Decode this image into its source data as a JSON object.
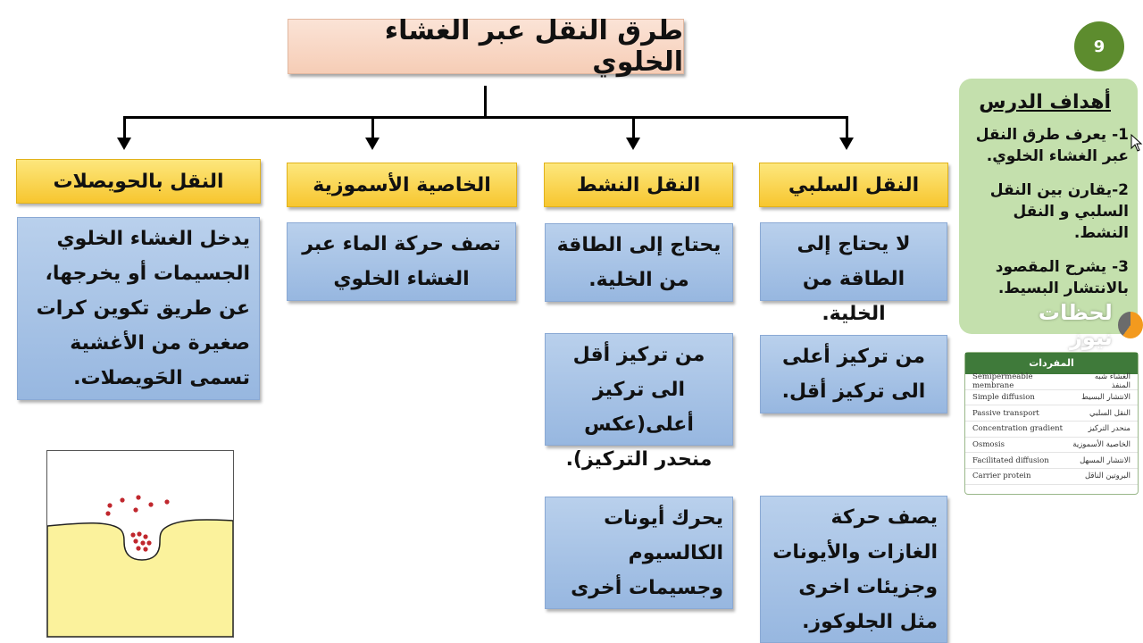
{
  "title": "طرق النقل عبر الغشاء الخلوي",
  "slide_number": "9",
  "columns": [
    {
      "header": "النقل السلبي",
      "boxes": [
        "لا يحتاج إلى الطاقة من الخلية.",
        "من تركيز أعلى الى تركيز أقل.",
        "يصف حركة الغازات والأيونات وجزيئات اخرى مثل الجلوكوز."
      ]
    },
    {
      "header": "النقل النشط",
      "boxes": [
        "يحتاج إلى الطاقة من الخلية.",
        "من تركيز أقل الى تركيز أعلى(عكس منحدر التركيز).",
        "يحرك أيونات الكالسيوم وجسيمات أخرى"
      ]
    },
    {
      "header": "الخاصية الأسموزية",
      "boxes": [
        "تصف حركة الماء عبر الغشاء الخلوي"
      ]
    },
    {
      "header": "النقل بالحويصلات",
      "boxes": [
        "يدخل الغشاء الخلوي الجسيمات أو يخرجها، عن طريق تكوين كرات صغيرة من الأغشية تسمى الحَويصلات."
      ]
    }
  ],
  "goals": {
    "title": "أهداف الدرس",
    "items": [
      "1- يعرف طرق النقل عبر الغشاء الخلوي.",
      "2-يقارن بين النقل السلبي و النقل النشط.",
      "3- يشرح المقصود بالانتشار البسيط."
    ]
  },
  "watermark": "لحظات نيوز",
  "vocab": {
    "title": "المفردات",
    "rows": [
      {
        "en": "Semipermeable membrane",
        "ar": "الغشاء شبه المنفذ"
      },
      {
        "en": "Simple diffusion",
        "ar": "الانتشار البسيط"
      },
      {
        "en": "Passive transport",
        "ar": "النقل السلبي"
      },
      {
        "en": "Concentration gradient",
        "ar": "منحدر التركيز"
      },
      {
        "en": "Osmosis",
        "ar": "الخاصية الأسموزية"
      },
      {
        "en": "Facilitated diffusion",
        "ar": "الانتشار المسهل"
      },
      {
        "en": "Carrier protein",
        "ar": "البروتين الناقل"
      }
    ]
  },
  "colors": {
    "title_bg": "#f6cdb6",
    "header_bg": "#f7c62f",
    "box_bg": "#a9c5e8",
    "goals_bg": "#c4e0ad",
    "badge_bg": "#5d8c2e",
    "cell_fill": "#fbf29c",
    "particle": "#c0272d"
  }
}
